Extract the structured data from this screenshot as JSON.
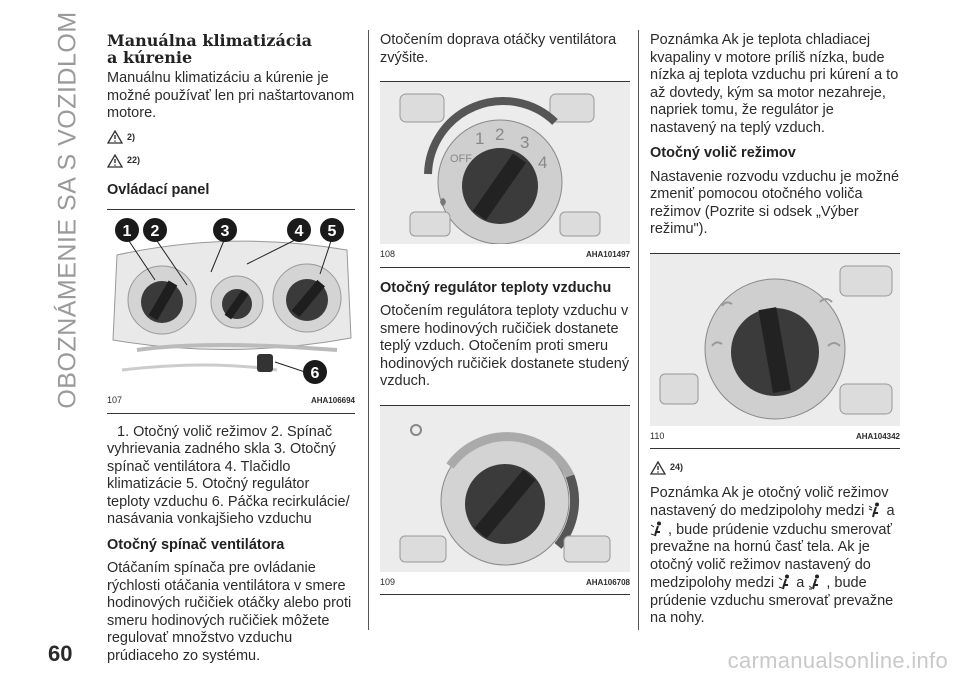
{
  "sidebar_title": "OBOZNÁMENIE SA S VOZIDLOM",
  "page_number": "60",
  "watermark": "carmanualsonline.info",
  "col1": {
    "heading": "Manuálna klimatizácia\na kúrenie",
    "intro": "Manuálnu klimatizáciu a kúrenie je možné používať len pri naštartovanom motore.",
    "warn1": "2)",
    "warn2": "22)",
    "section_title": "Ovládací panel",
    "figure": {
      "number": "107",
      "code": "AHA106694",
      "callouts": [
        "1",
        "2",
        "3",
        "4",
        "5",
        "6"
      ]
    },
    "legend": "1. Otočný volič režimov  2. Spínač vyhrievania zadného skla  3. Otočný spínač ventilátora  4. Tlačidlo klimatizácie  5. Otočný regulátor teploty vzduchu  6. Páčka recirkulácie/ nasávania vonkajšieho vzduchu",
    "fan_title": "Otočný spínač ventilátora",
    "fan_text": "Otáčaním spínača pre ovládanie rýchlosti otáčania ventilátora v smere hodinových ručičiek otáčky alebo proti smeru hodinových ručičiek môžete regulovať množstvo vzduchu prúdiaceho zo systému."
  },
  "col2": {
    "text1": "Otočením doprava otáčky ventilátora zvýšite.",
    "figure1": {
      "number": "108",
      "code": "AHA101497",
      "dial": [
        "OFF",
        "1",
        "2",
        "3",
        "4"
      ]
    },
    "temp_title": "Otočný regulátor teploty vzduchu",
    "temp_text": "Otočením regulátora teploty vzduchu v smere hodinových ručičiek dostanete teplý vzduch. Otočením proti smeru hodinových ručičiek dostanete studený vzduch.",
    "figure2": {
      "number": "109",
      "code": "AHA106708"
    }
  },
  "col3": {
    "note1": "Poznámka  Ak je teplota chladiacej kvapaliny v motore príliš nízka, bude nízka aj teplota vzduchu pri kúrení a to až dovtedy, kým sa motor nezahreje, napriek tomu, že regulátor je nastavený na teplý vzduch.",
    "mode_title": "Otočný volič režimov",
    "mode_text": "Nastavenie rozvodu vzduchu je možné zmeniť pomocou otočného voliča režimov (Pozrite si odsek „Výber režimu\").",
    "figure": {
      "number": "110",
      "code": "AHA104342"
    },
    "warn": "24)",
    "note2_a": "Poznámka  Ak je otočný volič režimov nastavený do medzipolohy medzi",
    "note2_b": "a",
    "note2_c": ", bude prúdenie vzduchu smerovať prevažne na hornú časť tela. Ak je otočný volič režimov nastavený do medzipolohy medzi",
    "note2_d": "a",
    "note2_e": ", bude prúdenie vzduchu smerovať prevažne na nohy."
  }
}
